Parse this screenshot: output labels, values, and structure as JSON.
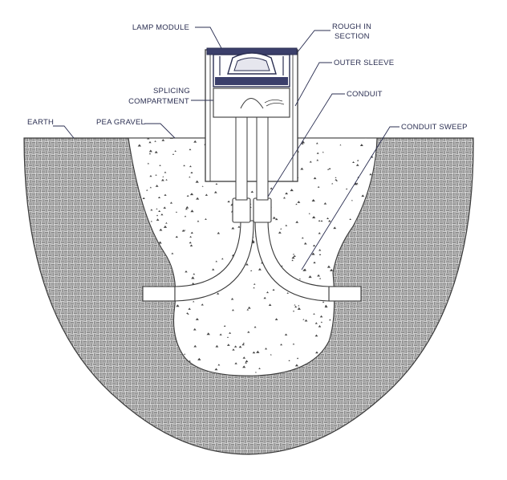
{
  "labels": {
    "lamp_module": "LAMP MODULE",
    "rough_in_line1": "ROUGH IN",
    "rough_in_line2": "SECTION",
    "outer_sleeve": "OUTER SLEEVE",
    "splicing_line1": "SPLICING",
    "splicing_line2": "COMPARTMENT",
    "conduit": "CONDUIT",
    "earth": "EARTH",
    "pea_gravel": "PEA GRAVEL",
    "conduit_sweep": "CONDUIT SWEEP"
  },
  "colors": {
    "label_text": "#2b2f52",
    "earth_fill": "#c9c9c9",
    "outline": "#3a3a3a",
    "housing_blue": "#3b3f6b"
  }
}
